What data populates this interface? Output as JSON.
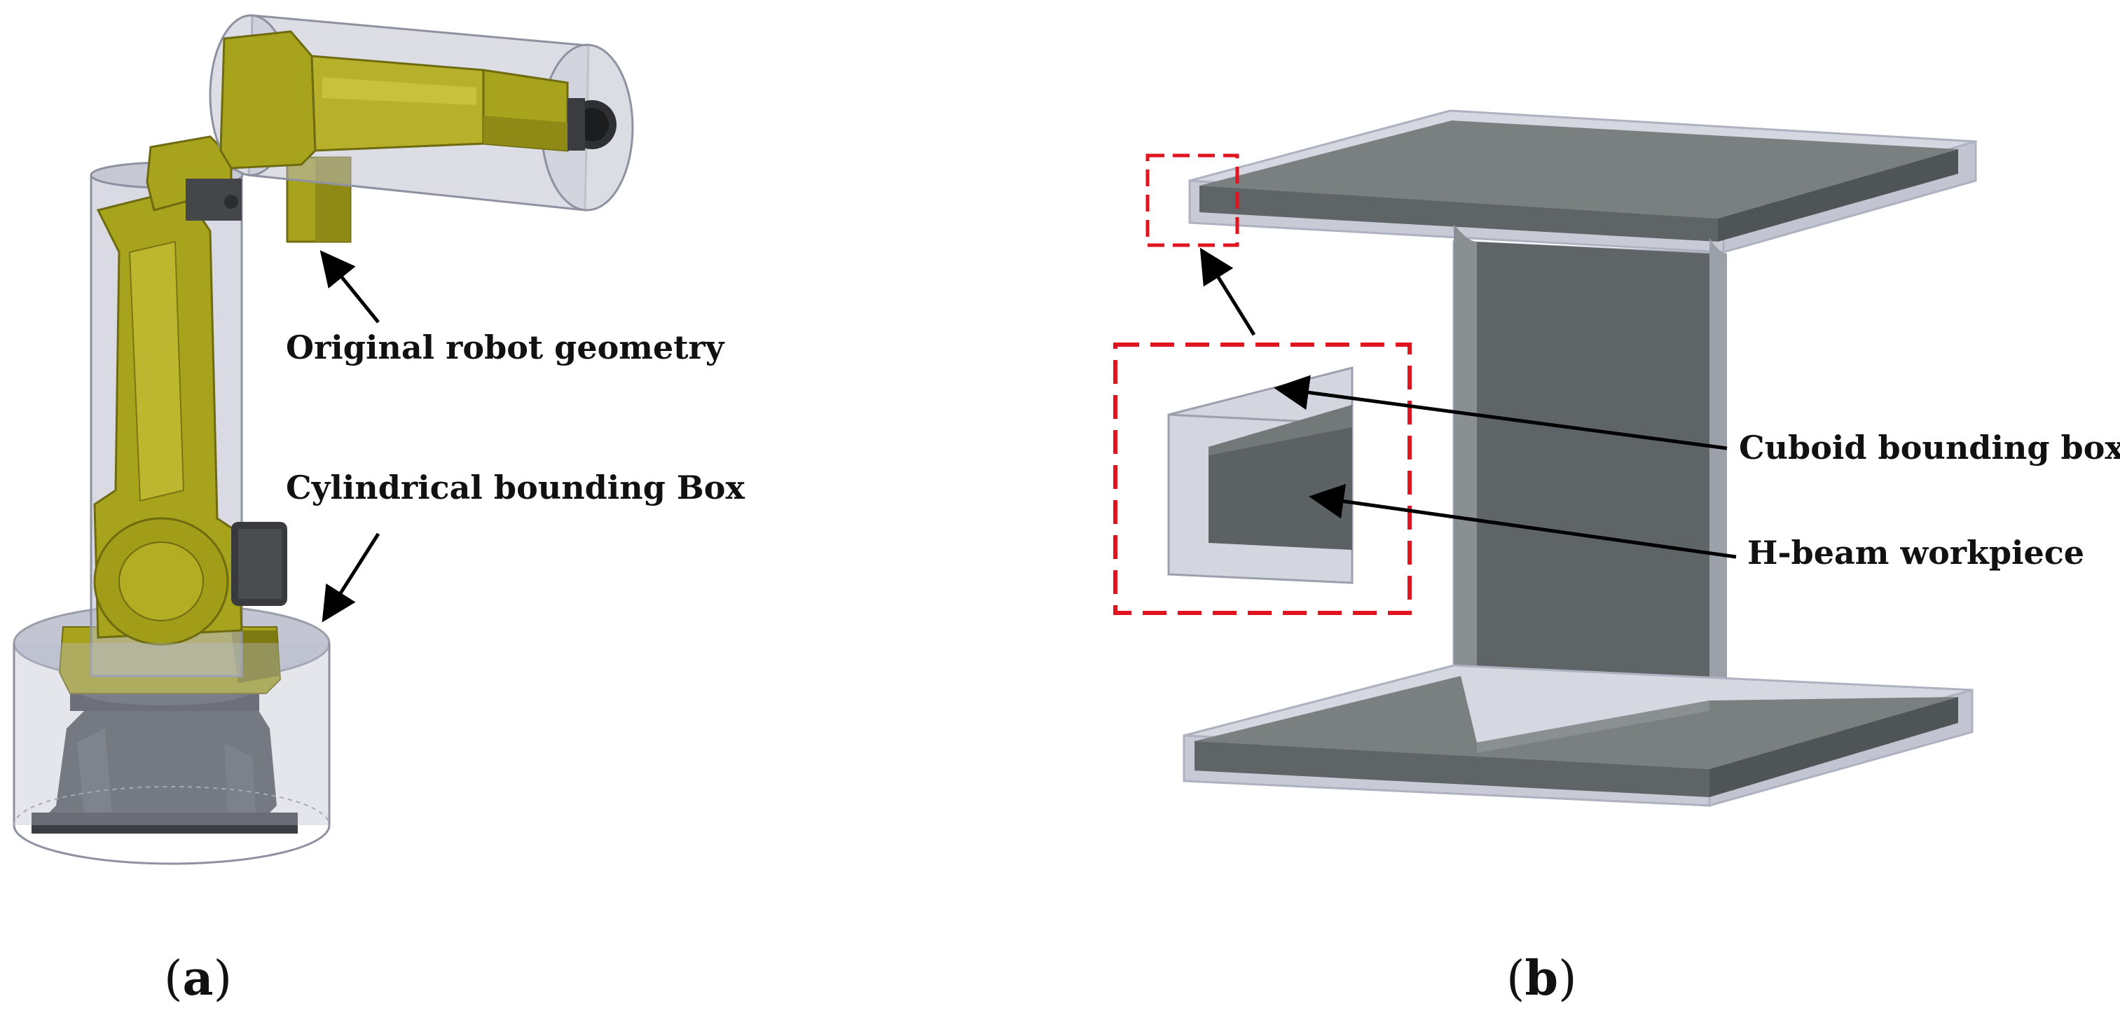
{
  "panel_a": {
    "callout_original": "Original robot geometry",
    "callout_cylinder": "Cylindrical bounding Box",
    "caption": {
      "open": "(",
      "letter": "a",
      "close": ")"
    }
  },
  "panel_b": {
    "callout_cuboid": "Cuboid bounding box",
    "callout_hbeam": "H-beam workpiece",
    "caption": {
      "open": "(",
      "letter": "b",
      "close": ")"
    }
  },
  "colors": {
    "robot_yellow": "#a8a31c",
    "robot_yellow_dark": "#7e7a12",
    "robot_base": "#4d5055",
    "steel_top": "#7a7f80",
    "steel_side": "#5f6566",
    "bbox_fill": "#b9bccc",
    "highlight_red": "#e0141e"
  }
}
